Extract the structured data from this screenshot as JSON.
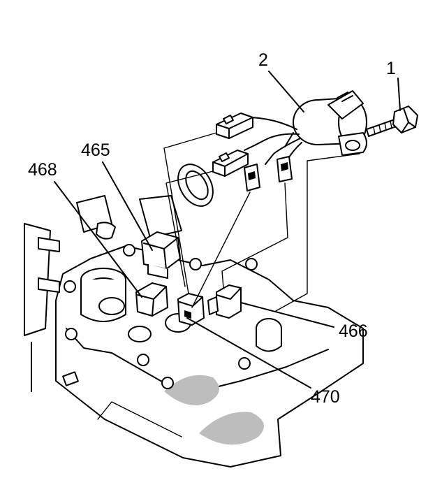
{
  "callouts": {
    "c1": "1",
    "c2": "2",
    "c465": "465",
    "c468": "468",
    "c466": "466",
    "c470": "470"
  }
}
